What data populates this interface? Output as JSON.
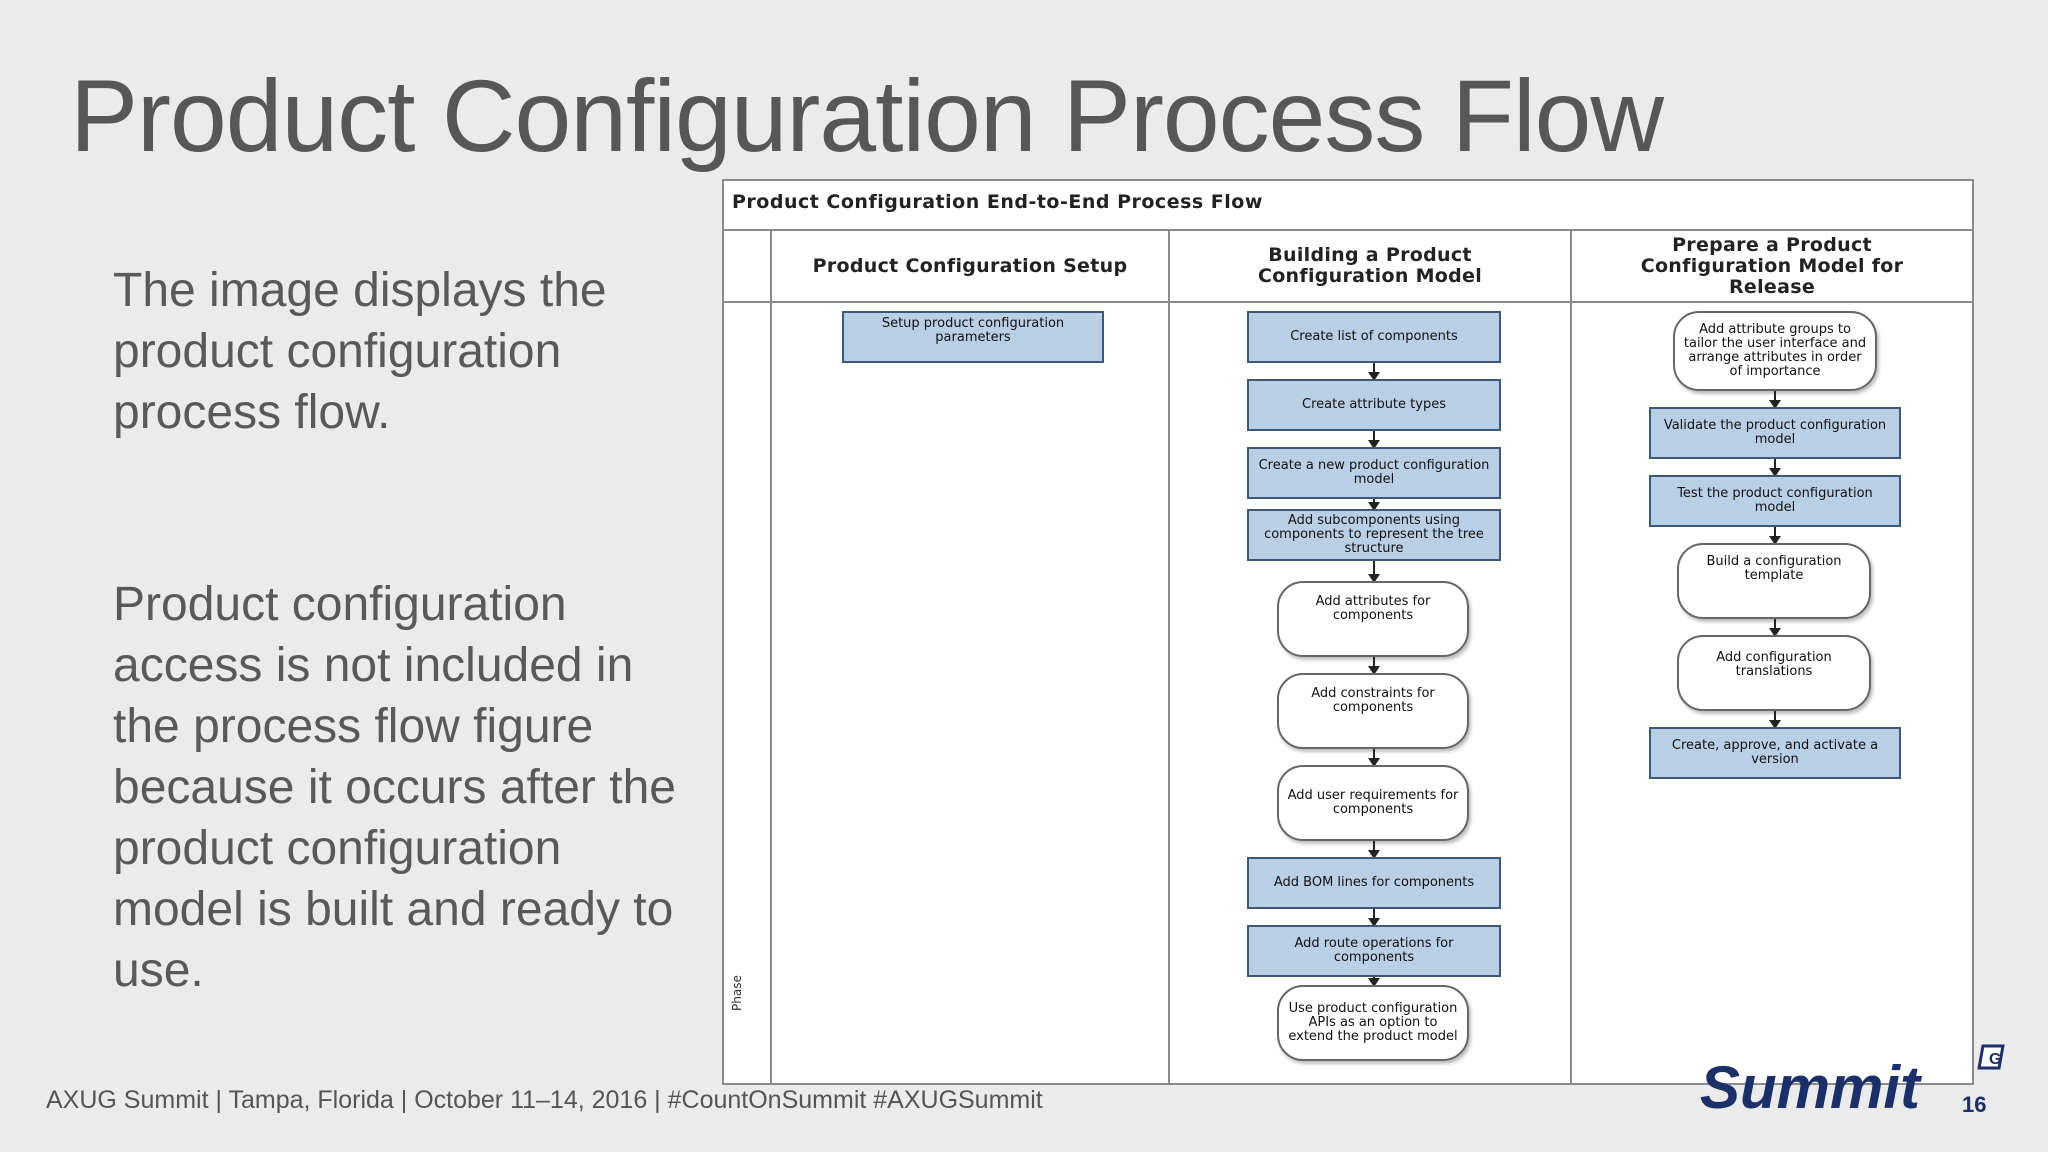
{
  "slide": {
    "title": "Product Configuration Process Flow",
    "paragraph1": "The image displays the product configuration process flow.",
    "paragraph2": "Product configuration access is not included in the process flow figure because it occurs after the product configuration model is built and ready to use.",
    "footer": "AXUG Summit | Tampa, Florida | October 11–14, 2016 | #CountOnSummit  #AXUGSummit",
    "logo_text": "Summit",
    "logo_badge": "G",
    "logo_year": "16"
  },
  "diagram": {
    "title": "Product Configuration End-to-End Process Flow",
    "phase_label": "Phase",
    "lanes": [
      {
        "header": "Product Configuration Setup",
        "steps": [
          {
            "label": "Setup product configuration parameters",
            "shape": "rect"
          }
        ]
      },
      {
        "header": "Building a Product Configuration Model",
        "steps": [
          {
            "label": "Create list of components",
            "shape": "rect"
          },
          {
            "label": "Create attribute types",
            "shape": "rect"
          },
          {
            "label": "Create a new product configuration model",
            "shape": "rect"
          },
          {
            "label": "Add subcomponents using components to represent the tree structure",
            "shape": "rect"
          },
          {
            "label": "Add attributes for components",
            "shape": "round"
          },
          {
            "label": "Add constraints for components",
            "shape": "round"
          },
          {
            "label": "Add user requirements for components",
            "shape": "round"
          },
          {
            "label": "Add BOM lines for components",
            "shape": "rect"
          },
          {
            "label": "Add route operations for components",
            "shape": "rect"
          },
          {
            "label": "Use product configuration APIs as an option to extend the product model",
            "shape": "round"
          }
        ]
      },
      {
        "header": "Prepare a Product Configuration Model for Release",
        "steps": [
          {
            "label": "Add attribute groups to tailor the user interface and arrange attributes in order of importance",
            "shape": "round"
          },
          {
            "label": "Validate the product configuration model",
            "shape": "rect"
          },
          {
            "label": "Test the product configuration model",
            "shape": "rect"
          },
          {
            "label": "Build a configuration template",
            "shape": "round"
          },
          {
            "label": "Add configuration translations",
            "shape": "round"
          },
          {
            "label": "Create, approve, and activate a version",
            "shape": "rect"
          }
        ]
      }
    ]
  }
}
